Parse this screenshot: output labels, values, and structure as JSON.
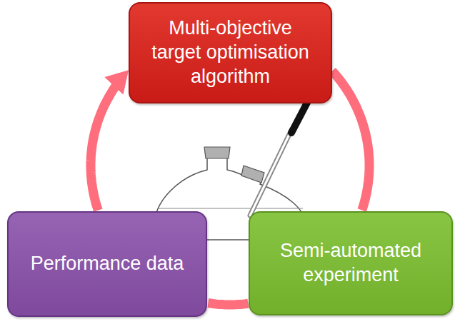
{
  "diagram": {
    "nodes": [
      {
        "text": [
          "Multi-objective target optimisation algorithm"
        ]
      },
      {
        "text": [
          "Performance data"
        ]
      },
      {
        "text": [
          "Semi-automated experiment"
        ]
      }
    ],
    "edges": [
      {
        "from": 0,
        "to": 2,
        "arrow": "none"
      },
      {
        "from": 2,
        "to": 1,
        "arrow": "none"
      },
      {
        "from": 1,
        "to": 0,
        "arrow": "to"
      }
    ]
  }
}
